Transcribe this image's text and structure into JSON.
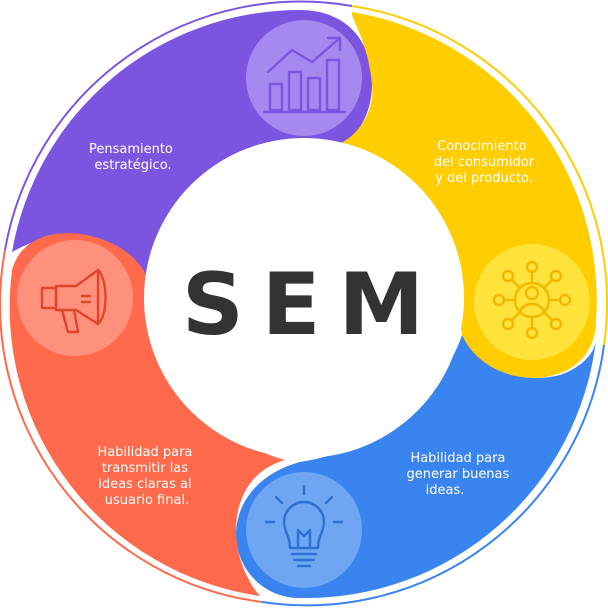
{
  "center": {
    "title": "SEM"
  },
  "segments": [
    {
      "id": "purple",
      "label_lines": [
        "Pensamiento",
        "estratégico."
      ],
      "color": "#7b55e0",
      "icon": "chart-growth-icon"
    },
    {
      "id": "yellow",
      "label_lines": [
        "Conocimiento",
        "del consumidor",
        "y del producto."
      ],
      "color": "#ffcd00",
      "icon": "network-user-icon"
    },
    {
      "id": "blue",
      "label_lines": [
        "Habilidad para",
        "generar buenas",
        "ideas."
      ],
      "color": "#3a84f0",
      "icon": "lightbulb-icon"
    },
    {
      "id": "red",
      "label_lines": [
        "Habilidad para",
        "transmitir las",
        "ideas claras al",
        "usuario final."
      ],
      "color": "#ff6a4d",
      "icon": "megaphone-icon"
    }
  ]
}
